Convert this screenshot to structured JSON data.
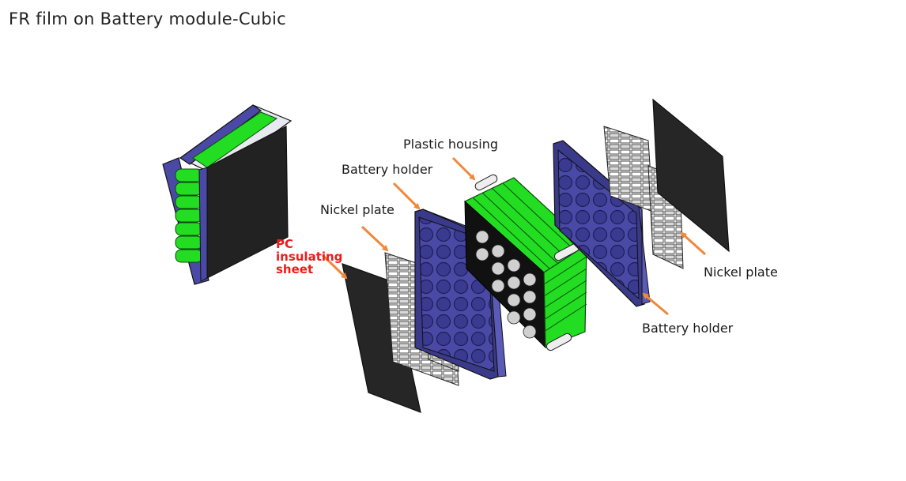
{
  "title": "FR film on Battery module-Cubic",
  "labels": {
    "plastic_housing": "Plastic housing",
    "battery_holder_left": "Battery holder",
    "nickel_plate_left": "Nickel plate",
    "pc_insulating_sheet": "PC insulating sheet",
    "nickel_plate_right": "Nickel plate",
    "battery_holder_right": "Battery holder"
  },
  "colors": {
    "arrow": "#f0883a",
    "holder": "#4a4aa6",
    "cell": "#22dd22",
    "sheet": "#222222",
    "highlight_text": "#ee1c1c"
  }
}
